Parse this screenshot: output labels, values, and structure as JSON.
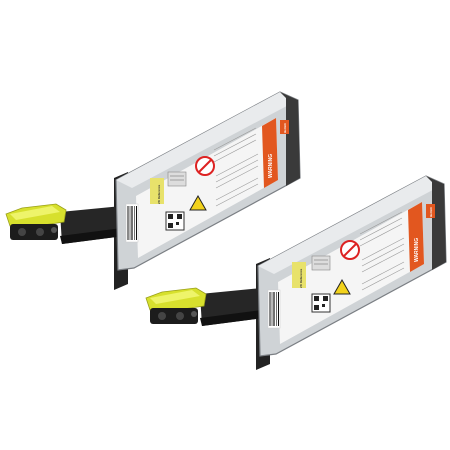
{
  "product": {
    "units": [
      {
        "warning_label": "WARNING",
        "brand_badge": "Hettich",
        "model_text": "ZK Reference"
      },
      {
        "warning_label": "WARNING",
        "brand_badge": "Hettich",
        "model_text": "ZK Reference"
      }
    ]
  },
  "colors": {
    "background": "#ffffff",
    "housing": "#d9dcdf",
    "frame": "#2a2a2a",
    "lever": "#d6e02c",
    "warning_stripe": "#e2571f",
    "label": "#f4f4f4"
  }
}
